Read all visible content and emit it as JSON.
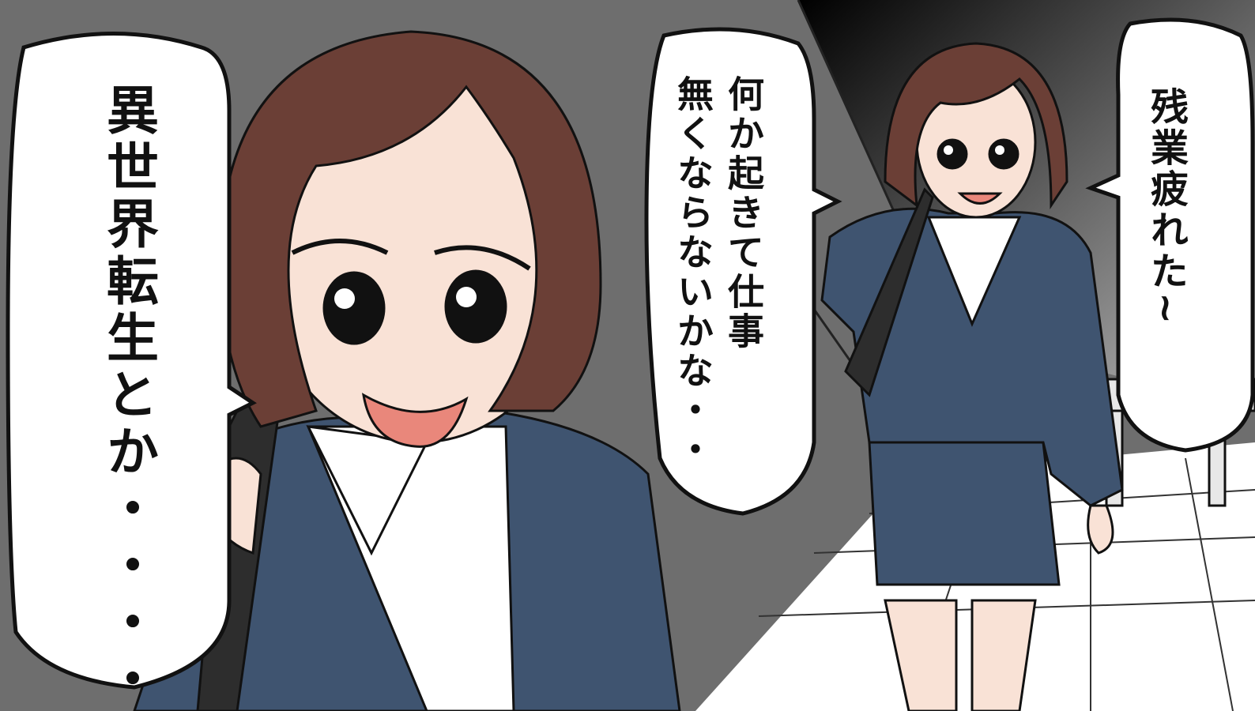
{
  "panel": {
    "colors": {
      "background_wall": "#6e6e6e",
      "dark_corridor": "#1a1a1a",
      "floor": "#ffffff",
      "hair": "#6b3f36",
      "skin": "#f9e2d6",
      "suit": "#3f5470",
      "blouse": "#ffffff",
      "bag": "#2d2d2d",
      "mouth": "#e9877b"
    },
    "bubbles": [
      {
        "text": "異世界転生とか・・・・"
      },
      {
        "text": "何か起きて仕事\n無くならないかな・・"
      },
      {
        "text": "残業疲れた~"
      }
    ]
  }
}
